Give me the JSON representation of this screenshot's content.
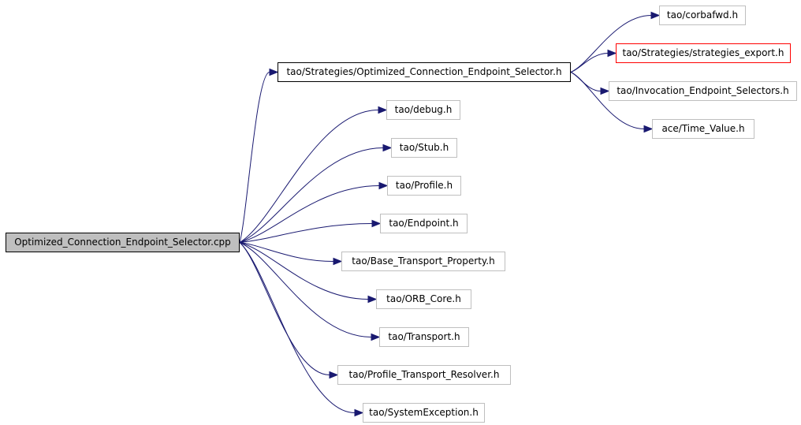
{
  "graph": {
    "nodes": {
      "root": "Optimized_Connection_Endpoint_Selector.cpp",
      "strategies_selector": "tao/Strategies/Optimized_Connection_Endpoint_Selector.h",
      "corbafwd": "tao/corbafwd.h",
      "strategies_export": "tao/Strategies/strategies_export.h",
      "invocation_selectors": "tao/Invocation_Endpoint_Selectors.h",
      "time_value": "ace/Time_Value.h",
      "debug": "tao/debug.h",
      "stub": "tao/Stub.h",
      "profile": "tao/Profile.h",
      "endpoint": "tao/Endpoint.h",
      "base_transport_property": "tao/Base_Transport_Property.h",
      "orb_core": "tao/ORB_Core.h",
      "transport": "tao/Transport.h",
      "profile_transport_resolver": "tao/Profile_Transport_Resolver.h",
      "system_exception": "tao/SystemException.h"
    },
    "edges": [
      [
        "root",
        "strategies_selector"
      ],
      [
        "root",
        "debug"
      ],
      [
        "root",
        "stub"
      ],
      [
        "root",
        "profile"
      ],
      [
        "root",
        "endpoint"
      ],
      [
        "root",
        "base_transport_property"
      ],
      [
        "root",
        "orb_core"
      ],
      [
        "root",
        "transport"
      ],
      [
        "root",
        "profile_transport_resolver"
      ],
      [
        "root",
        "system_exception"
      ],
      [
        "strategies_selector",
        "corbafwd"
      ],
      [
        "strategies_selector",
        "strategies_export"
      ],
      [
        "strategies_selector",
        "invocation_selectors"
      ],
      [
        "strategies_selector",
        "time_value"
      ]
    ],
    "colors": {
      "edge": "#191970",
      "root_fill": "#bfbfbf",
      "default_border": "#bfbfbf",
      "highlight_border": "#ff0000"
    }
  }
}
